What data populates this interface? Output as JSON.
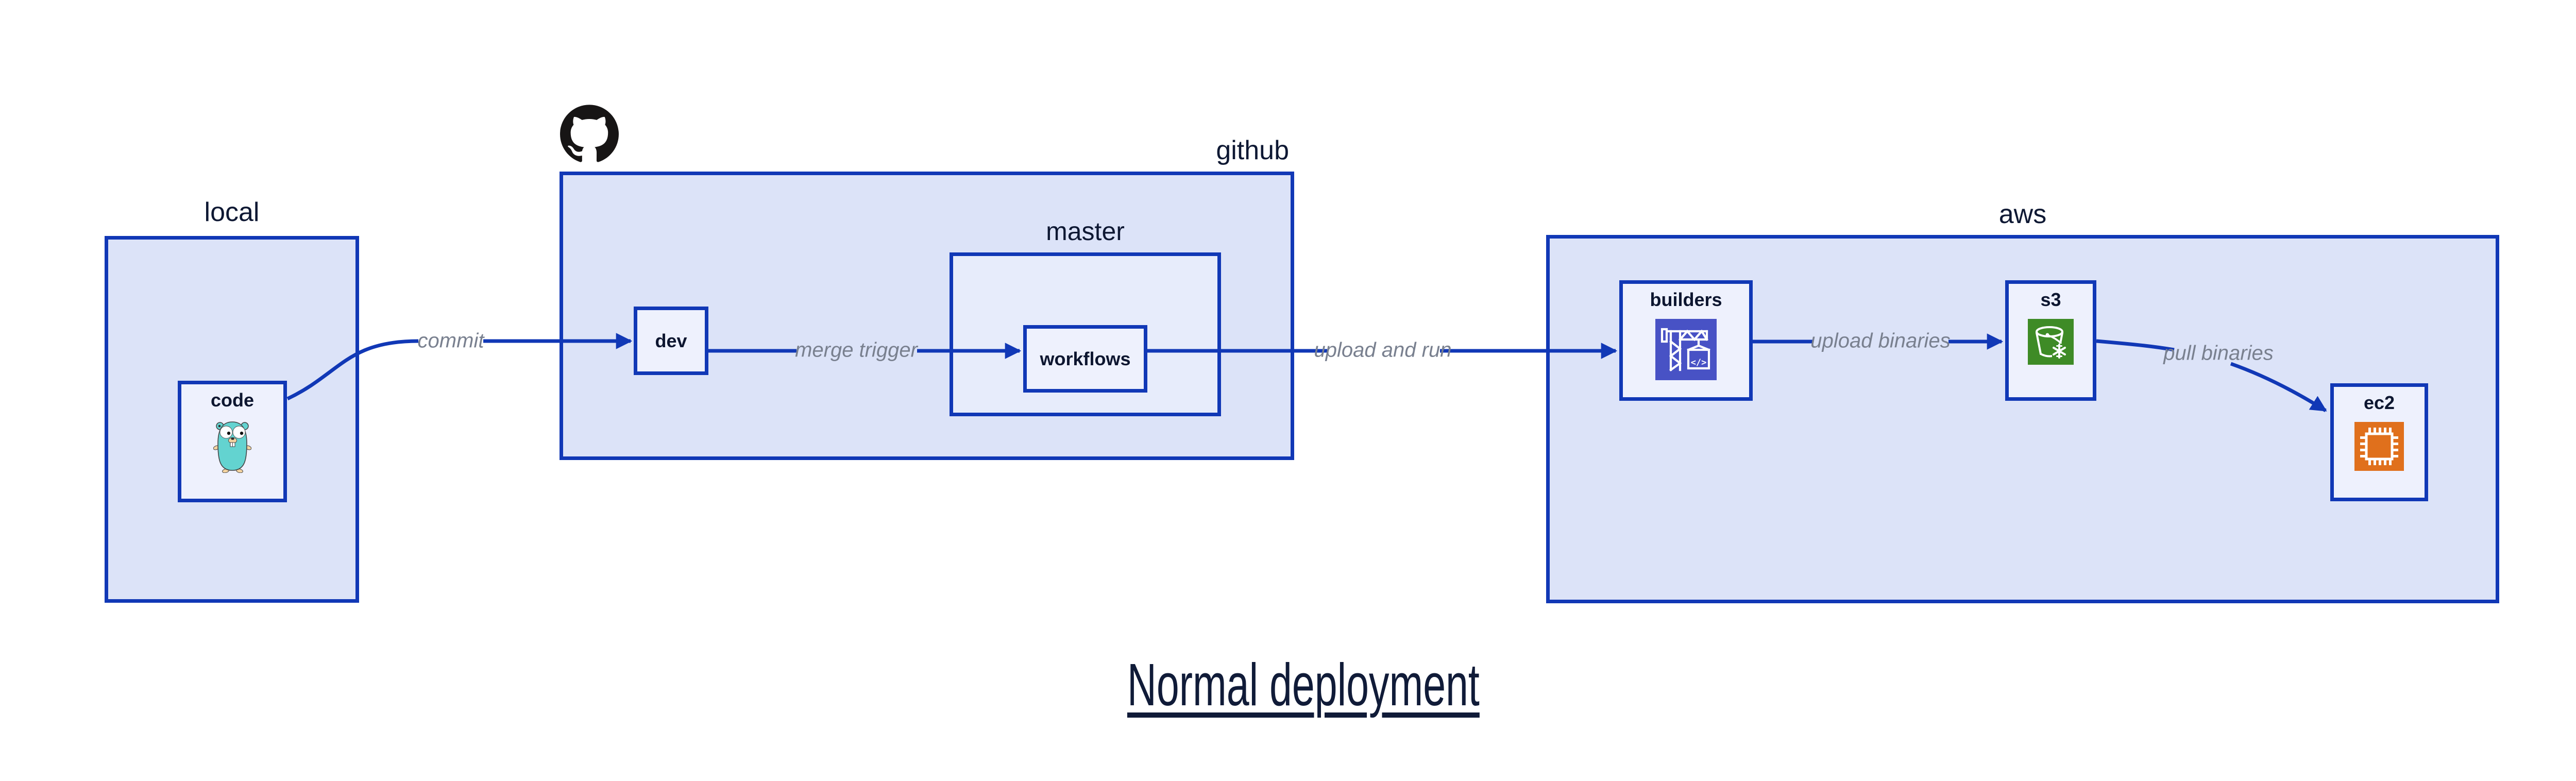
{
  "title": {
    "text": "Normal deployment"
  },
  "containers": {
    "local": {
      "label": "local"
    },
    "github": {
      "label": "github"
    },
    "master": {
      "label": "master"
    },
    "aws": {
      "label": "aws"
    }
  },
  "nodes": {
    "code": {
      "label": "code",
      "icon": "go-gopher-icon"
    },
    "dev": {
      "label": "dev"
    },
    "workflows": {
      "label": "workflows"
    },
    "builders": {
      "label": "builders",
      "icon": "codebuild-crane-icon",
      "icon_glyph": "</>"
    },
    "s3": {
      "label": "s3",
      "icon": "s3-bucket-icon"
    },
    "ec2": {
      "label": "ec2",
      "icon": "ec2-chip-icon"
    }
  },
  "edges": {
    "commit": {
      "label": "commit"
    },
    "merge_trigger": {
      "label": "merge trigger"
    },
    "upload_and_run": {
      "label": "upload and run"
    },
    "upload_binaries": {
      "label": "upload binaries"
    },
    "pull_binaries": {
      "label": "pull binaries"
    }
  },
  "icons": {
    "github_logo": "github-octocat-icon"
  },
  "colors": {
    "edge_blue": "#1138b6",
    "container_fill": "#dce3f8",
    "master_fill": "#e7ecfb",
    "node_fill": "#eef1fd",
    "text_navy": "#0e1833",
    "edge_label_gray": "#79808f",
    "codebuild_purple": "#4852c5",
    "s3_green": "#3e8b26",
    "ec2_orange": "#e0701c",
    "github_black": "#171515",
    "gopher_teal": "#63d3d0"
  }
}
